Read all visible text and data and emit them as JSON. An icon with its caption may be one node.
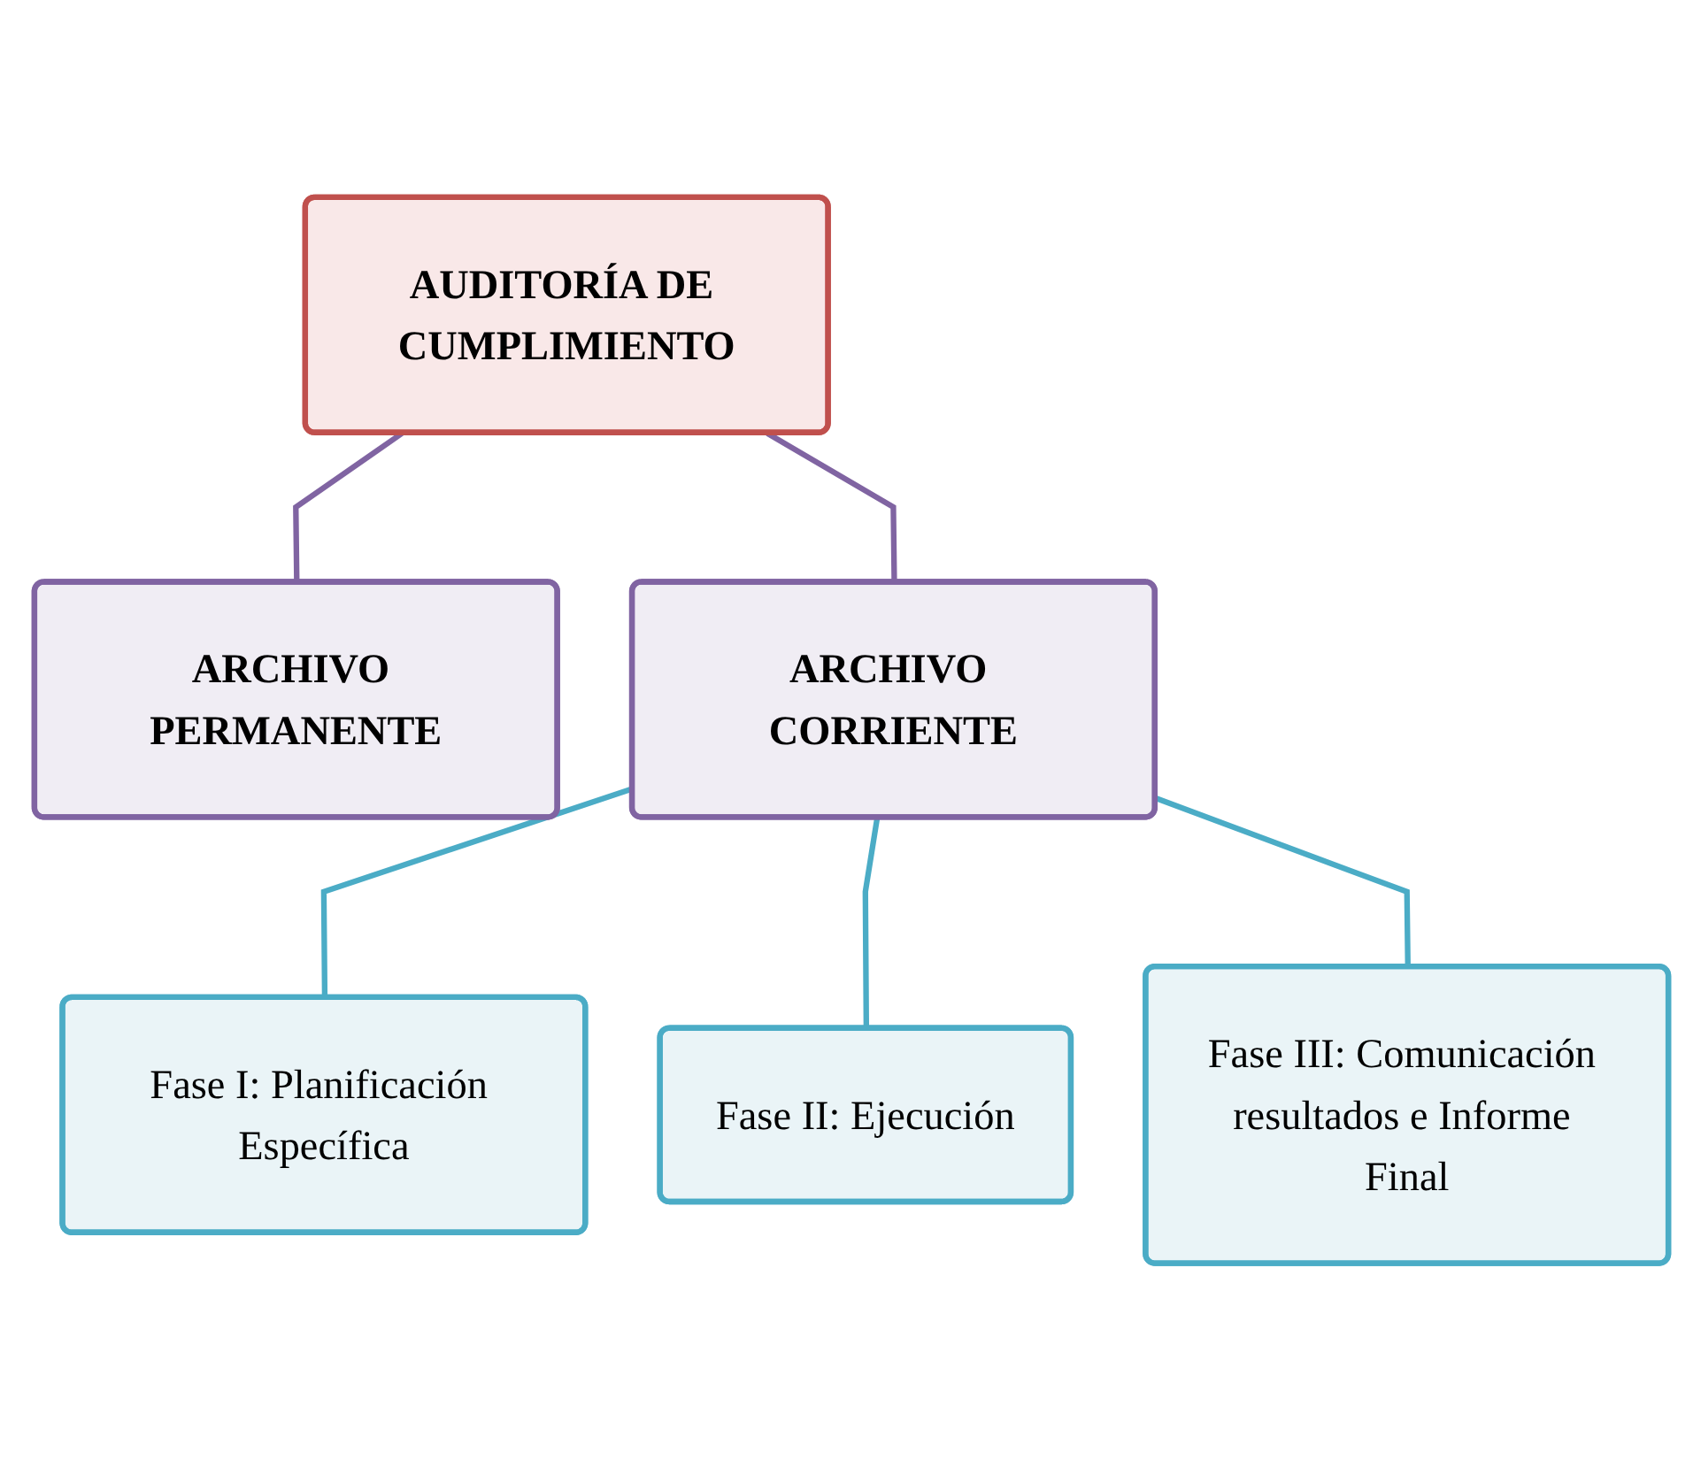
{
  "diagram": {
    "nodes": [
      {
        "text": [
          "AUDITORÍA DE CUMPLIMIENTO"
        ]
      },
      {
        "text": [
          "ARCHIVO PERMANENTE"
        ]
      },
      {
        "text": [
          "ARCHIVO CORRIENTE"
        ]
      },
      {
        "text": [
          "Fase I: Planificación Específica"
        ]
      },
      {
        "text": [
          "Fase II: Ejecución"
        ]
      },
      {
        "text": [
          "Fase III: Comunicación resultados e Informe Final"
        ]
      }
    ],
    "edges": [
      {
        "from": 0,
        "to": 1,
        "arrow": "none",
        "color": "#8064a2"
      },
      {
        "from": 0,
        "to": 2,
        "arrow": "none",
        "color": "#8064a2"
      },
      {
        "from": 2,
        "to": 3,
        "arrow": "none"
      },
      {
        "from": 2,
        "to": 4,
        "arrow": "none"
      },
      {
        "from": 2,
        "to": 5,
        "arrow": "none"
      }
    ]
  }
}
